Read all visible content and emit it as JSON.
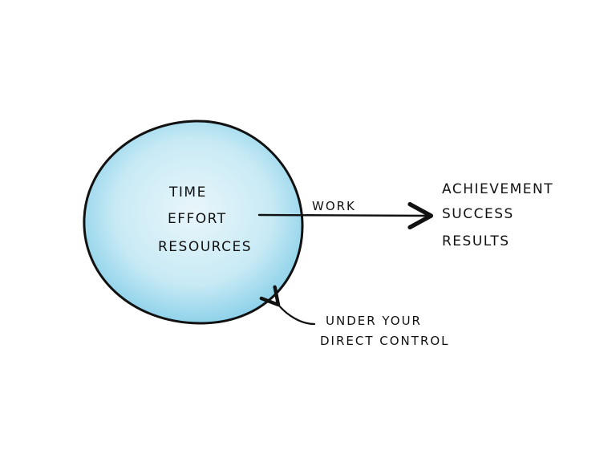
{
  "circle": {
    "fill_color": "#bfe6f3",
    "fill_edge_color": "#7ecbe6",
    "stroke_color": "#111111",
    "lines": [
      "TIME",
      "EFFORT",
      "RESOURCES"
    ]
  },
  "arrow": {
    "label": "WORK",
    "color": "#111111"
  },
  "outcomes": [
    "ACHIEVEMENT",
    "SUCCESS",
    "RESULTS"
  ],
  "annotation": {
    "lines": [
      "UNDER YOUR",
      "DIRECT CONTROL"
    ]
  }
}
